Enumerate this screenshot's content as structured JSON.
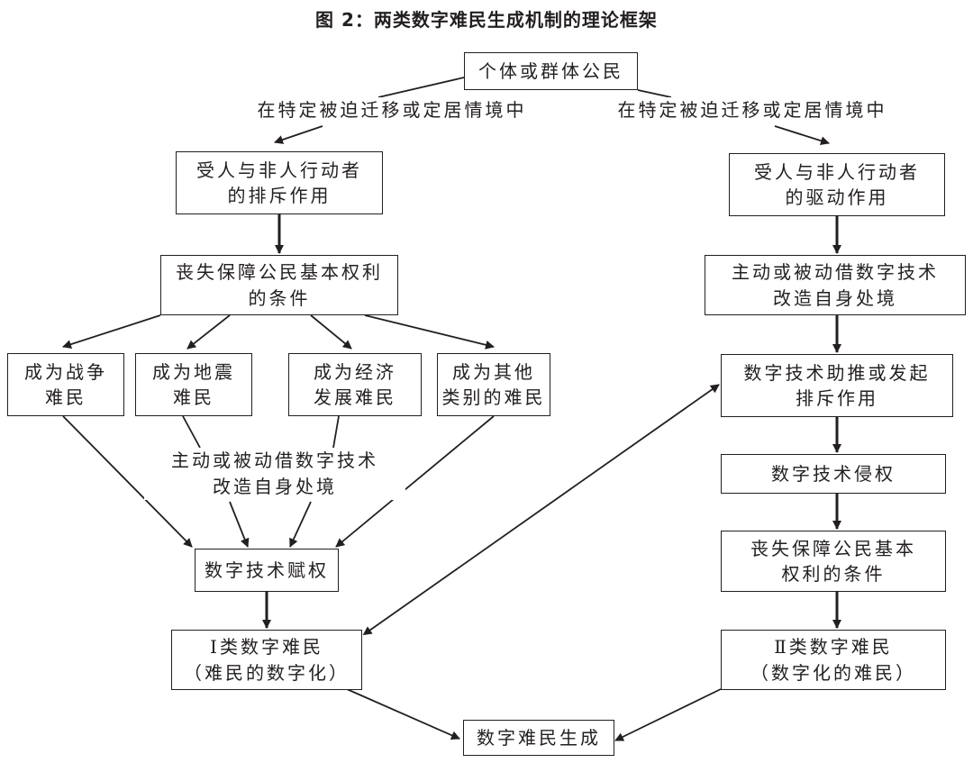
{
  "title": "图 2：两类数字难民生成机制的理论框架",
  "nodes": {
    "root": "个体或群体公民",
    "left_exclusion": "受人与非人行动者\n的排斥作用",
    "right_driving": "受人与非人行动者\n的驱动作用",
    "left_loss": "丧失保障公民基本权利\n的条件",
    "right_active": "主动或被动借数字技术\n改造自身处境",
    "war": "成为战争\n难民",
    "quake": "成为地震\n难民",
    "econ": "成为经济\n发展难民",
    "other": "成为其他\n类别的难民",
    "empower": "数字技术赋权",
    "type1": "Ⅰ类数字难民\n（难民的数字化）",
    "assist": "数字技术助推或发起\n排斥作用",
    "infringe": "数字技术侵权",
    "right_loss": "丧失保障公民基本\n权利的条件",
    "type2": "Ⅱ类数字难民\n（数字化的难民）",
    "result": "数字难民生成"
  },
  "labels": {
    "context_left": "在特定被迫迁移或定居情境中",
    "context_right": "在特定被迫迁移或定居情境中",
    "left_active": "主动或被动借数字技术\n改造自身处境"
  }
}
